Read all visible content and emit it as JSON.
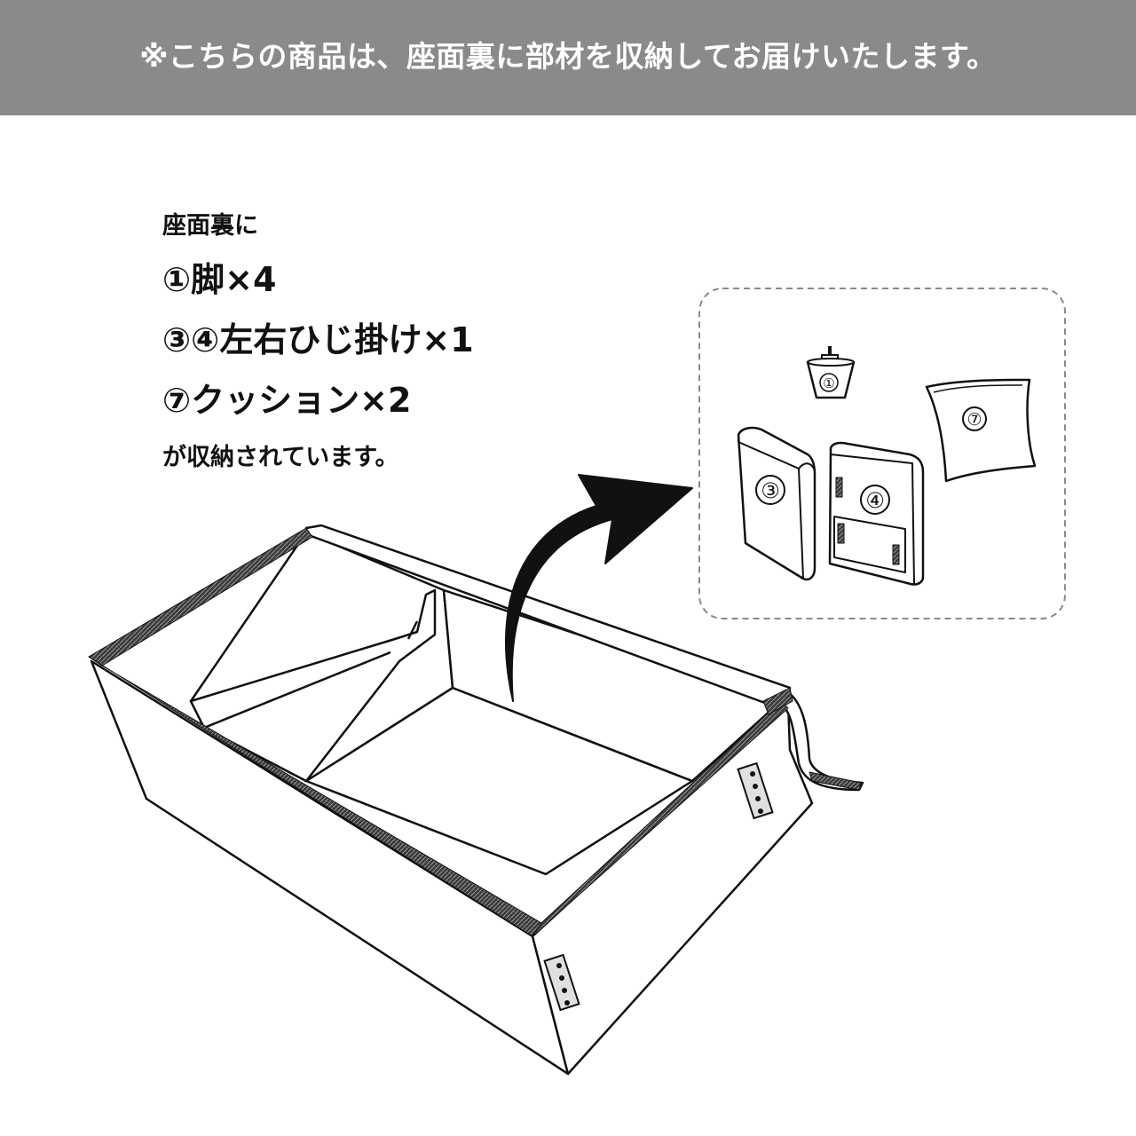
{
  "banner": {
    "text": "※こちらの商品は、座面裏に部材を収納してお届けいたします。"
  },
  "info": {
    "intro": "座面裏に",
    "items": [
      "①脚×4",
      "③④左右ひじ掛け×1",
      "⑦クッション×2"
    ],
    "outro": "が収納されています。"
  },
  "parts": {
    "leg": "①",
    "armrest_left": "③",
    "armrest_right": "④",
    "cushion": "⑦"
  },
  "colors": {
    "banner_bg": "#8a8a8a",
    "banner_text": "#ffffff",
    "line": "#111111"
  },
  "icons": {
    "arrow": "curved-arrow-icon"
  }
}
